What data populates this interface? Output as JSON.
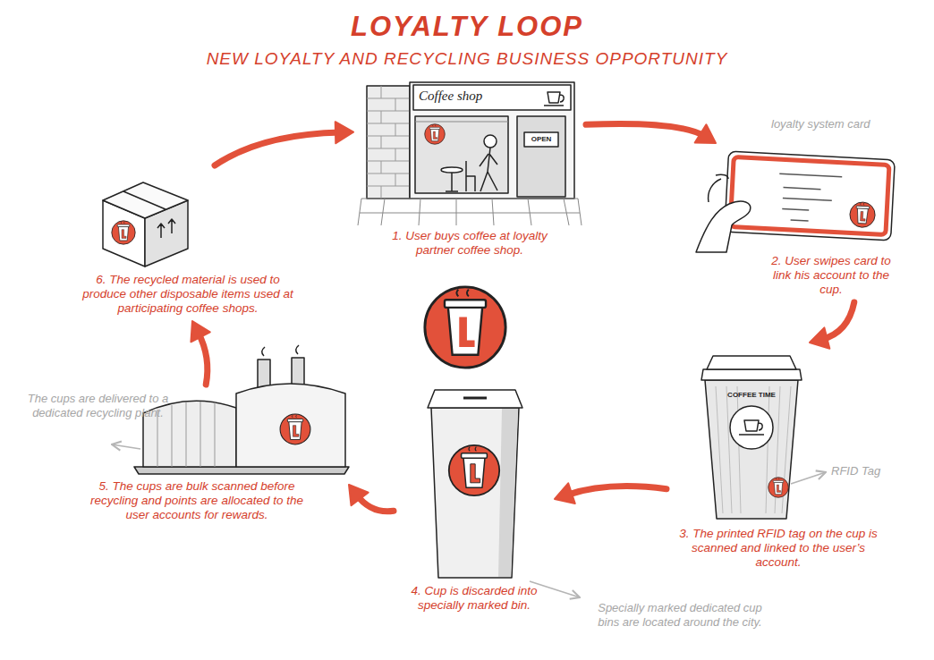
{
  "diagram": {
    "title": "LOYALTY LOOP",
    "nodes": [
      {
        "text": [
          "1. User buys coffee at loyalty partner coffee shop."
        ]
      },
      {
        "text": [
          "2. User swipes card to link his account to the cup."
        ]
      },
      {
        "text": [
          "3. The printed RFID tag on the cup is scanned and linked to the user’s account."
        ]
      },
      {
        "text": [
          "4. Cup is discarded into specially marked bin."
        ]
      },
      {
        "text": [
          "5. The cups are bulk scanned before recycling and points are allocated to the user accounts for rewards."
        ]
      },
      {
        "text": [
          "6. The recycled material is used to produce other disposable items used at participating coffee shops."
        ]
      }
    ],
    "edges": [
      {
        "from": 0,
        "to": 1,
        "arrow": "to"
      },
      {
        "from": 1,
        "to": 2,
        "arrow": "to"
      },
      {
        "from": 2,
        "to": 3,
        "arrow": "to"
      },
      {
        "from": 3,
        "to": 4,
        "arrow": "to"
      },
      {
        "from": 4,
        "to": 5,
        "arrow": "to"
      },
      {
        "from": 5,
        "to": 0,
        "arrow": "to"
      }
    ],
    "labels": [
      "NEW LOYALTY AND RECYCLING BUSINESS OPPORTUNITY",
      "Coffee shop",
      "OPEN",
      "loyalty system card",
      "COFFEE TIME",
      "RFID Tag",
      "Specially marked dedicated cup bins are located around the city.",
      "The cups are delivered to a dedicated recycling plant."
    ]
  }
}
